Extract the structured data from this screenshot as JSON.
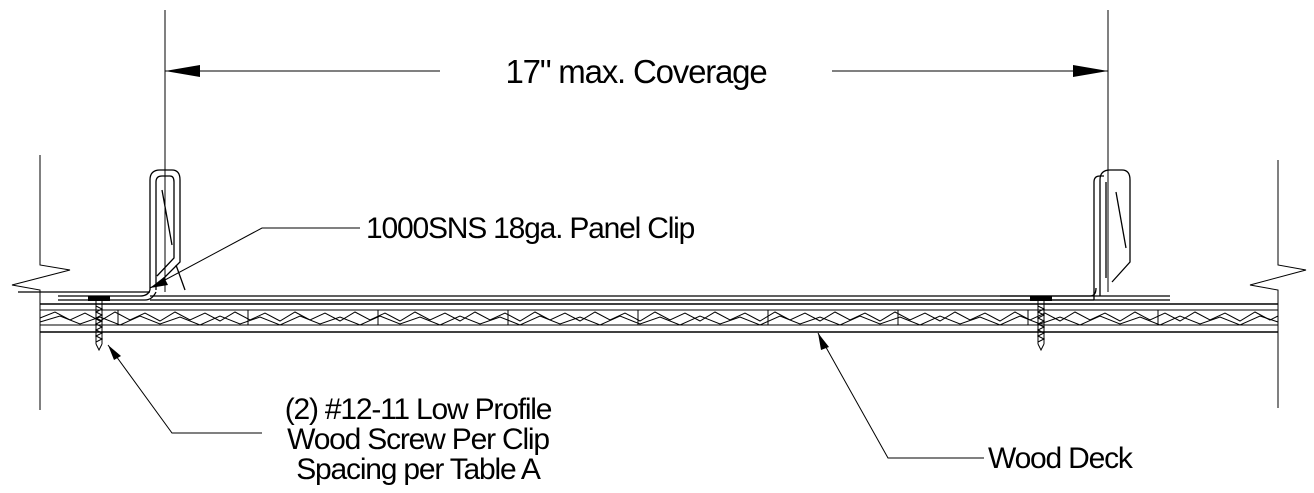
{
  "dimension": {
    "coverage_label": "17\" max. Coverage"
  },
  "callouts": {
    "panel_clip": "1000SNS 18ga. Panel Clip",
    "screw_line1": "(2) #12-11 Low Profile",
    "screw_line2": "Wood Screw Per Clip",
    "screw_line3": "Spacing per Table A",
    "wood_deck": "Wood Deck"
  },
  "colors": {
    "ink": "#000000",
    "background": "#ffffff"
  }
}
